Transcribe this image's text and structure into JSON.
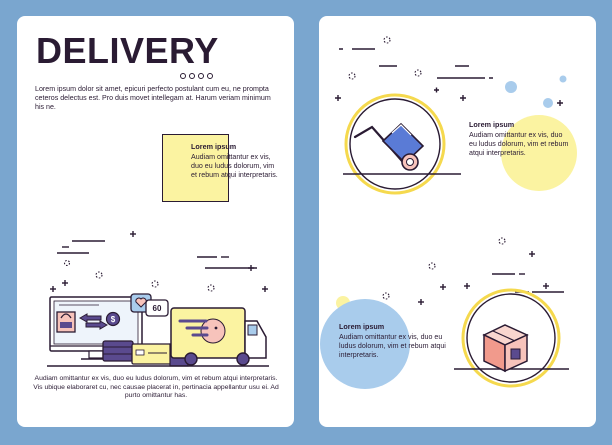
{
  "left_page": {
    "title": "DELIVERY",
    "intro": "Lorem ipsum dolor sit amet, epicuri perfecto postulant cum eu, ne prompta ceteros delectus est. Pro duis movet intellegam at. Harum veriam minimum his ne.",
    "callout": {
      "title": "Lorem ipsum",
      "body": "Audiam omittantur ex vis, duo eu ludus dolorum, vim et rebum atqui interpretaris."
    },
    "illustration": {
      "chat_bubble_count": "60",
      "icons": [
        "desktop-monitor-icon",
        "shopping-bag-icon",
        "dollar-coin-icon",
        "heart-icon",
        "chat-bubble-icon",
        "coin-stack-icon",
        "credit-card-icon",
        "delivery-truck-icon",
        "sparkle-icon"
      ]
    },
    "footer": "Audiam omittantur ex vis, duo eu ludus dolorum, vim et rebum atqui interpretaris. Vis ubique elaboraret cu, nec causae placerat in, pertinacia appellantur usu ei. Ad purto omittantur has."
  },
  "right_page": {
    "block1": {
      "title": "Lorem ipsum",
      "body": "Audiam omittantur ex vis, duo eu ludus dolorum, vim et rebum atqui interpretaris.",
      "icon": "hand-truck-icon"
    },
    "block2": {
      "title": "Lorem ipsum",
      "body": "Audiam omittantur ex vis, duo eu ludus dolorum, vim et rebum atqui interpretaris.",
      "icon": "cardboard-box-icon"
    }
  },
  "colors": {
    "background": "#7aa6cf",
    "page": "#ffffff",
    "ink": "#2a1b33",
    "yellow": "#fbf3a1",
    "ring_yellow": "#f5d94e",
    "light_blue": "#a9ccec",
    "pink": "#f7c3bb",
    "purple": "#5a4a8e"
  }
}
